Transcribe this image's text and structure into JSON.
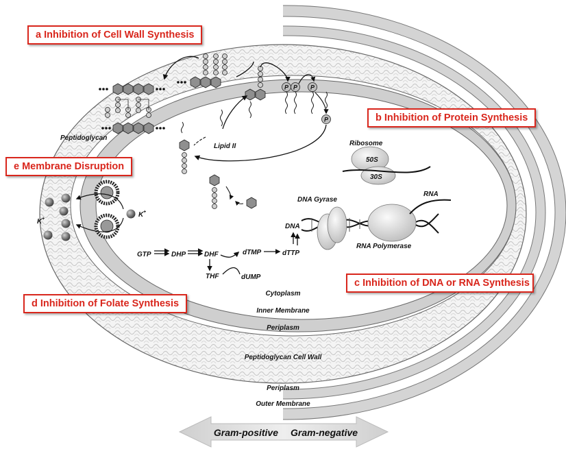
{
  "callouts": {
    "a": "a  Inhibition of Cell Wall Synthesis",
    "b": "b  Inhibition of Protein Synthesis",
    "c": "c  Inhibition of DNA or RNA Synthesis",
    "d": "d  Inhibition of Folate Synthesis",
    "e": "e  Membrane Disruption"
  },
  "labels": {
    "peptidoglycan": "Peptidoglycan",
    "lipid_ii": "Lipid II",
    "ribosome": "Ribosome",
    "r50s": "50S",
    "r30s": "30S",
    "dna_gyrase": "DNA Gyrase",
    "rna": "RNA",
    "dna": "DNA",
    "rna_polymerase": "RNA Polymerase",
    "k_plus_left": "K",
    "k_plus_right": "K",
    "plus": "+",
    "p": "P",
    "gtp": "GTP",
    "dhp": "DHP",
    "dhf": "DHF",
    "thf": "THF",
    "dtmp": "dTMP",
    "dump": "dUMP",
    "dttp": "dTTP",
    "cytoplasm": "Cytoplasm",
    "inner_membrane": "Inner Membrane",
    "periplasm_inner": "Periplasm",
    "pg_cell_wall": "Peptidoglycan Cell Wall",
    "periplasm_outer": "Periplasm",
    "outer_membrane": "Outer Membrane"
  },
  "footer": {
    "gram_positive": "Gram-positive",
    "gram_negative": "Gram-negative"
  },
  "colors": {
    "accent": "#d9261c",
    "membrane_gray": "#c9c9c9",
    "hex_gray": "#9a9a9a"
  }
}
